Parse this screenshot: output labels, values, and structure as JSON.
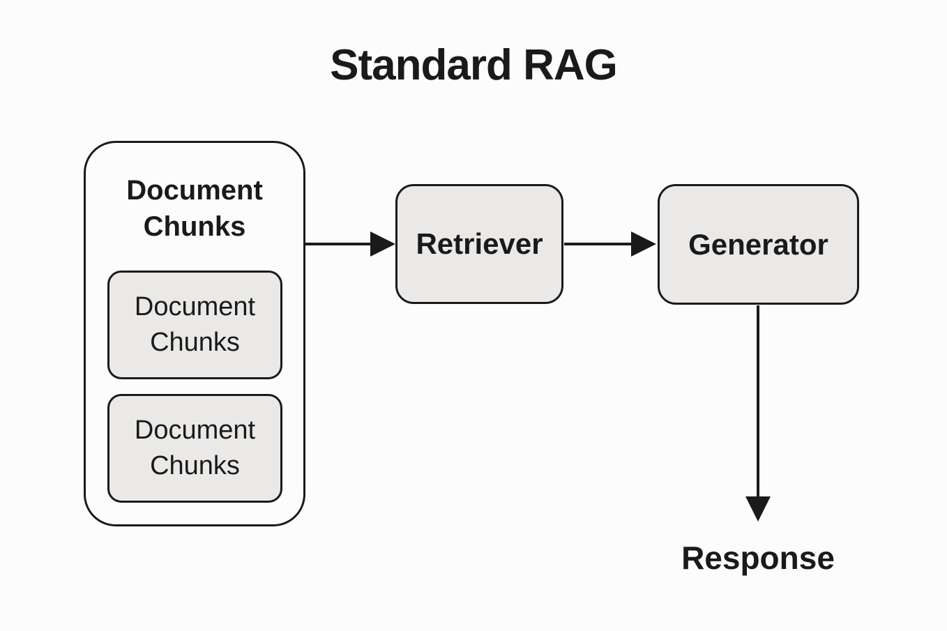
{
  "diagram": {
    "title": "Standard RAG",
    "document_chunks_group": {
      "label": "Document Chunks",
      "chunks": [
        {
          "label": "Document Chunks"
        },
        {
          "label": "Document Chunks"
        }
      ]
    },
    "nodes": {
      "retriever": {
        "label": "Retriever"
      },
      "generator": {
        "label": "Generator"
      }
    },
    "response_label": "Response",
    "edges": [
      {
        "from": "document-chunks-group",
        "to": "retriever"
      },
      {
        "from": "retriever",
        "to": "generator"
      },
      {
        "from": "generator",
        "to": "response"
      }
    ],
    "colors": {
      "background": "#fcfcfc",
      "box_fill": "#eae9e7",
      "stroke": "#1a1a1a",
      "text": "#1a1a1a"
    }
  }
}
